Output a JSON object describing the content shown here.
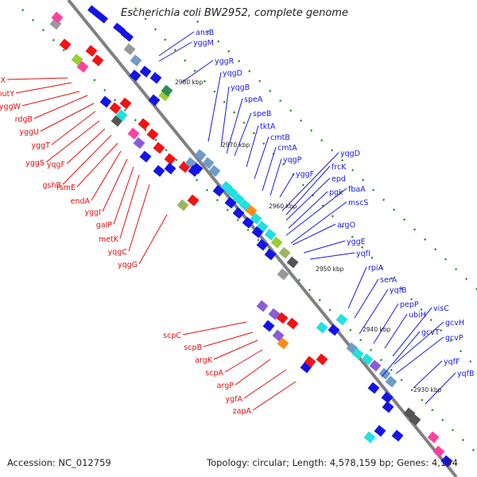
{
  "title": "Escherichia coli BW2952, complete genome",
  "footer": {
    "accession": "Accession: NC_012759",
    "topology": "Topology: circular; Length: 4,578,159 bp; Genes: 4,194"
  },
  "colors": {
    "forward_label": "#1a1ad6",
    "reverse_label": "#dd1111",
    "backbone": "#808080",
    "tick": "#1a8a1a"
  },
  "kbp_labels": [
    "2980 kbp",
    "2970 kbp",
    "2960 kbp",
    "2950 kbp",
    "2940 kbp",
    "2930 kbp"
  ],
  "forward_genes": [
    "ansB",
    "yggM",
    "yggR",
    "yqgD",
    "yqgB",
    "speA",
    "speB",
    "tktA",
    "cmtB",
    "cmtA",
    "yqgP",
    "yggF",
    "yqgD",
    "frcK",
    "epd",
    "pgk",
    "fbaA",
    "mscS",
    "argO",
    "yggE",
    "yqfI",
    "rpiA",
    "serA",
    "yqfB",
    "pepP",
    "ubiH",
    "visC",
    "gcvH",
    "gcvT",
    "gcvP",
    "yqfF",
    "yqfB"
  ],
  "reverse_genes": [
    "yggX",
    "mutY",
    "yggW",
    "rdgB",
    "yggU",
    "yggT",
    "yggS",
    "yqgF",
    "gshB",
    "rsmE",
    "endA",
    "yggI",
    "galP",
    "metK",
    "yqgC",
    "yqgG",
    "scpC",
    "scpB",
    "argK",
    "scpA",
    "argP",
    "ygfA",
    "zapA"
  ]
}
